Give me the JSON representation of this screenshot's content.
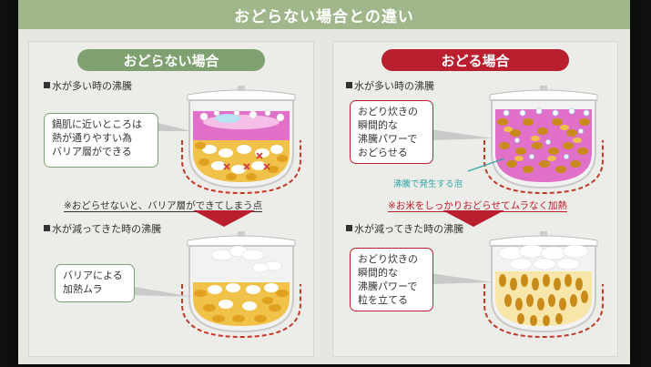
{
  "title": "おどらない場合との違い",
  "left_panel": {
    "header": "おどらない場合",
    "section1": "水が多い時の沸騰",
    "callout1": [
      "鍋肌に近いところは",
      "熱が通りやすい為",
      "バリア層ができる"
    ],
    "note": "※おどらせないと、バリア層ができてしまう点",
    "section2": "水が減ってきた時の沸騰",
    "callout2": [
      "バリアによる",
      "加熱ムラ"
    ]
  },
  "right_panel": {
    "header": "おどる場合",
    "section1": "水が多い時の沸騰",
    "callout1": [
      "おどり炊きの",
      "瞬間的な",
      "沸騰パワーで",
      "おどらせる"
    ],
    "bubble_label": "沸騰で発生する泡",
    "note": "※お米をしっかりおどらせてムラなく加熱",
    "section2": "水が減ってきた時の沸騰",
    "callout2": [
      "おどり炊きの",
      "瞬間的な",
      "沸騰パワーで",
      "粒を立てる"
    ]
  },
  "colors": {
    "title_bar": "#9fb78a",
    "green_accent": "#7fa071",
    "red_accent": "#b91f2e",
    "bubble_cyan": "#2fa6a5",
    "water_pink": "#e070c8",
    "rice_gold": "#e0a020"
  }
}
